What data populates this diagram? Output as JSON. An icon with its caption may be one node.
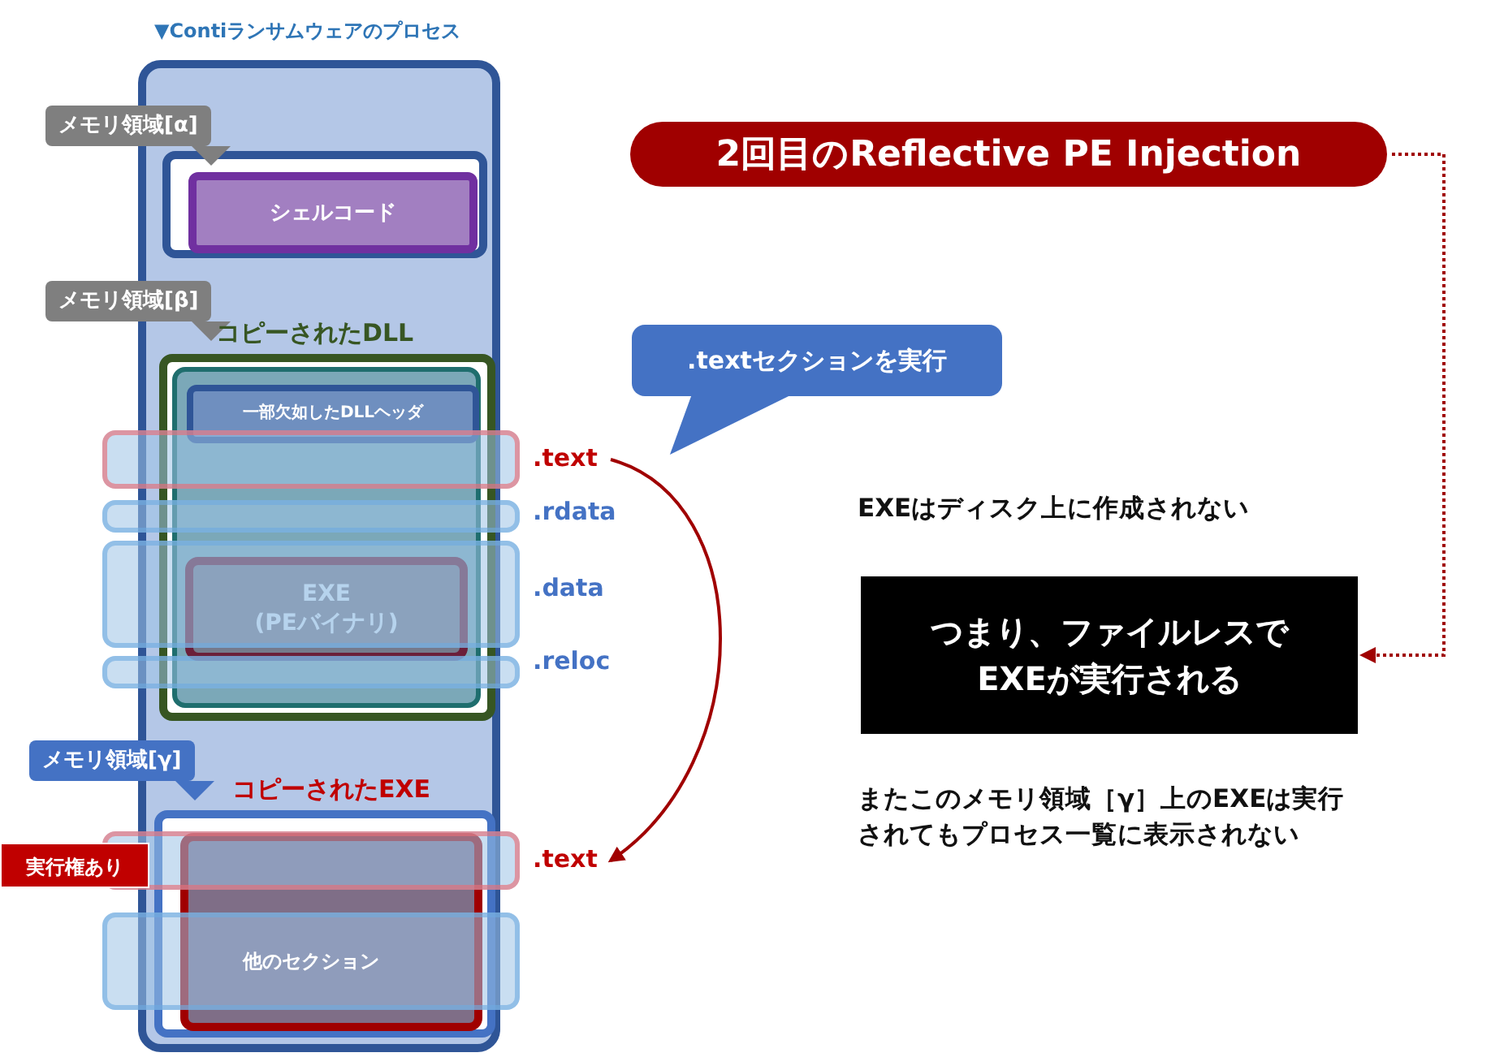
{
  "diagram": {
    "nodes": [
      {
        "text": [
          "▼Contiランサムウェアのプロセス"
        ]
      },
      {
        "text": [
          "メモリ領域[α]"
        ],
        "in": 0
      },
      {
        "text": [
          "シェルコード"
        ],
        "in": 1
      },
      {
        "text": [
          "メモリ領域[β]",
          "コピーされたDLL"
        ],
        "in": 0
      },
      {
        "text": [
          "一部欠如したDLLヘッダ"
        ],
        "in": 3
      },
      {
        "text": [
          "EXE (PEバイナリ)"
        ],
        "in": 3
      },
      {
        "text": [
          ".text"
        ]
      },
      {
        "text": [
          ".rdata"
        ]
      },
      {
        "text": [
          ".data"
        ]
      },
      {
        "text": [
          ".reloc"
        ]
      },
      {
        "text": [
          "メモリ領域[γ]",
          "コピーされたEXE"
        ],
        "in": 0
      },
      {
        "text": [],
        "shape": "box",
        "in": 10
      },
      {
        "text": [
          ".text"
        ],
        "beside": [
          "実行権あり"
        ]
      },
      {
        "text": [
          "他のセクション"
        ]
      },
      {
        "text": [
          ".textセクションを実行"
        ]
      },
      {
        "text": [
          "2回目のReflective PE Injection"
        ]
      },
      {
        "text": [
          "つまり、**ファイルレス**でEXEが実行される"
        ]
      }
    ],
    "edges": [
      {
        "from": 6,
        "to": 12,
        "arrow": "to"
      },
      {
        "from": 15,
        "to": 16,
        "arrow": "to",
        "style": "dashed"
      }
    ],
    "labels": [
      "EXEはディスク上に作成されない",
      "またこのメモリ領域［γ］上のEXEは実行されてもプロセス一覧に表示されない"
    ]
  }
}
